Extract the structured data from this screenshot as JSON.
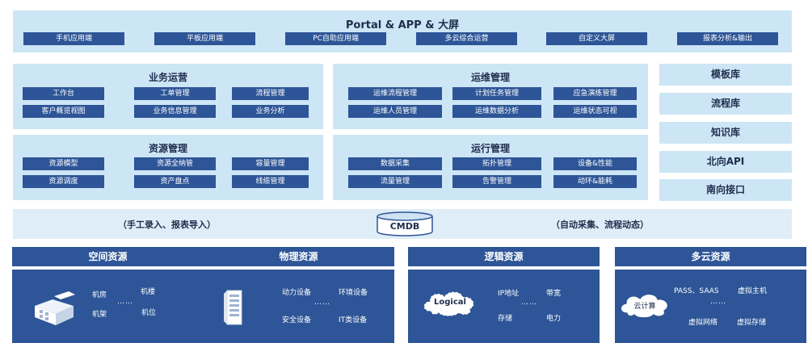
{
  "portal": {
    "title": "Portal & APP & 大屏",
    "items": [
      "手机应用端",
      "平板应用端",
      "PC自助应用端",
      "多云综合运营",
      "自定义大屏",
      "报表分析&输出"
    ]
  },
  "business_ops": {
    "title": "业务运营",
    "items": [
      "工作台",
      "工单管理",
      "流程管理",
      "客户概览视图",
      "业务信息管理",
      "业务分析"
    ]
  },
  "maintenance": {
    "title": "运维管理",
    "items": [
      "运维流程管理",
      "计划任务管理",
      "应急演练管理",
      "运维人员管理",
      "运维数据分析",
      "运维状态可视"
    ]
  },
  "resource_mgmt": {
    "title": "资源管理",
    "items": [
      "资源模型",
      "资源全纳管",
      "容量管理",
      "资源调度",
      "资产盘点",
      "线缆管理"
    ]
  },
  "running_mgmt": {
    "title": "运行管理",
    "items": [
      "数据采集",
      "拓扑管理",
      "设备&性能",
      "流量管理",
      "告警管理",
      "动环&能耗"
    ]
  },
  "sidebar": [
    "模板库",
    "流程库",
    "知识库",
    "北向API",
    "南向接口"
  ],
  "cmdb": {
    "label": "CMDB",
    "left_text": "（手工录入、报表导入）",
    "right_text": "（自动采集、流程动态）"
  },
  "resources": [
    {
      "title": "空间资源",
      "items": [
        "机房",
        "机楼",
        "机架",
        "机位"
      ],
      "ellipsis": "……"
    },
    {
      "title": "物理资源",
      "items": [
        "动力设备",
        "环境设备",
        "安全设备",
        "IT类设备"
      ],
      "ellipsis": "……"
    },
    {
      "title": "逻辑资源",
      "badge": "Logical",
      "items": [
        "IP地址",
        "带宽",
        "存储",
        "电力"
      ],
      "ellipsis": "……"
    },
    {
      "title": "多云资源",
      "badge": "云计算",
      "items": [
        "PASS、SAAS",
        "虚拟主机",
        "虚拟网络",
        "虚拟存储"
      ],
      "ellipsis": "……"
    }
  ],
  "colors": {
    "panel": "#cde6f6",
    "chip": "#2d5597",
    "title": "#1f2d4d",
    "cmdb_band": "#dfedf8"
  }
}
